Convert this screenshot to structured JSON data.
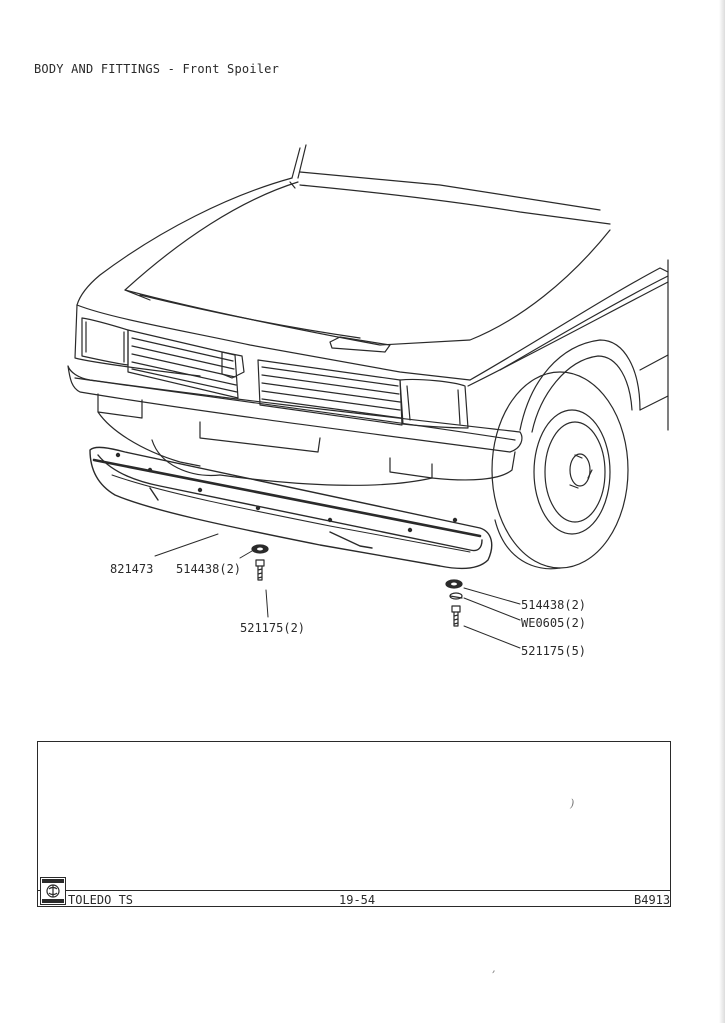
{
  "heading": "BODY AND FITTINGS - Front Spoiler",
  "parts": [
    {
      "id": "spoiler",
      "label": "821473"
    },
    {
      "id": "washer-left",
      "label": "514438(2)"
    },
    {
      "id": "bolt-left",
      "label": "521175(2)"
    },
    {
      "id": "washer-right",
      "label": "514438(2)"
    },
    {
      "id": "spring-washer-right",
      "label": "WE0605(2)"
    },
    {
      "id": "bolt-right",
      "label": "521175(5)"
    }
  ],
  "footer": {
    "model": "TOLEDO TS",
    "page": "19-54",
    "plate": "B4913"
  }
}
